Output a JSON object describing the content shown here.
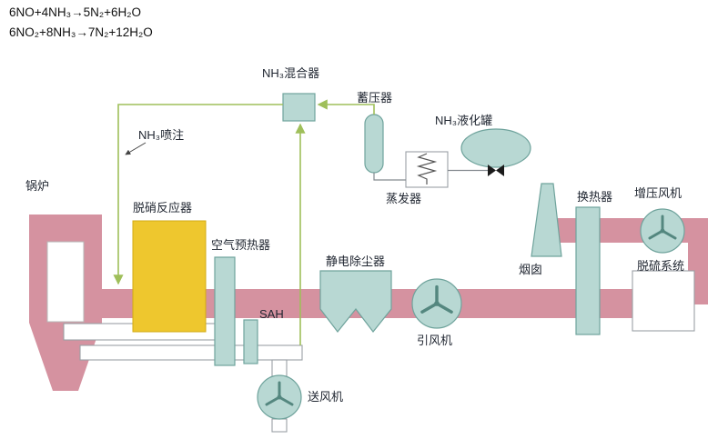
{
  "equations": {
    "line1": "6NO+4NH₃→5N₂+6H₂O",
    "line2": "6NO₂+8NH₃→7N₂+12H₂O"
  },
  "labels": {
    "boiler": "锅炉",
    "nh3_injection": "NH₃喷注",
    "scr_reactor": "脱硝反应器",
    "nh3_mixer": "NH₃混合器",
    "accumulator": "蓄压器",
    "nh3_liquefaction_tank": "NH₃液化罐",
    "evaporator": "蒸发器",
    "air_preheater": "空气预热器",
    "sah": "SAH",
    "esp": "静电除尘器",
    "induced_draft_fan": "引风机",
    "forced_draft_fan": "送风机",
    "stack": "烟囱",
    "heat_exchanger": "换热器",
    "booster_fan": "增压风机",
    "fgd_system": "脱硫系统"
  },
  "colors": {
    "flue-duct": "#d592a0",
    "equipment": "#b8d8d3",
    "equipment-stroke": "#6fa39c",
    "reactor": "#eec72e",
    "nh3-line": "#9fbf5a",
    "text": "#1f2530"
  }
}
